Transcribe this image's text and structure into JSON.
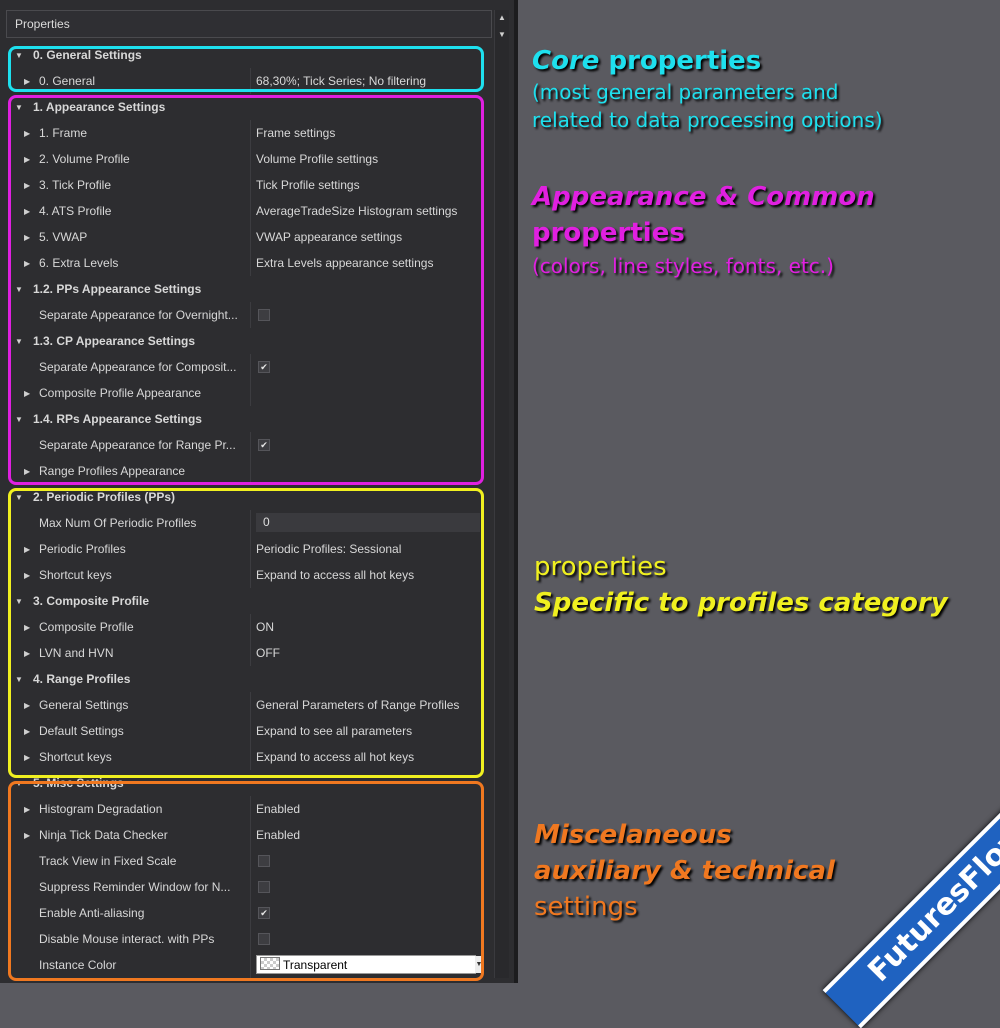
{
  "panel": {
    "title": "Properties",
    "scroll_up": "▲",
    "scroll_down": "▼"
  },
  "rows": [
    {
      "type": "cat",
      "label": "0. General Settings"
    },
    {
      "type": "item",
      "exp": true,
      "label": "0. General",
      "value": "68,30%; Tick Series; No filtering"
    },
    {
      "type": "cat",
      "label": "1. Appearance Settings"
    },
    {
      "type": "item",
      "exp": true,
      "label": "1. Frame",
      "value": "Frame settings"
    },
    {
      "type": "item",
      "exp": true,
      "label": "2. Volume Profile",
      "value": "Volume Profile settings"
    },
    {
      "type": "item",
      "exp": true,
      "label": "3. Tick Profile",
      "value": "Tick Profile settings"
    },
    {
      "type": "item",
      "exp": true,
      "label": "4. ATS Profile",
      "value": "AverageTradeSize Histogram settings"
    },
    {
      "type": "item",
      "exp": true,
      "label": "5. VWAP",
      "value": "VWAP appearance settings"
    },
    {
      "type": "item",
      "exp": true,
      "label": "6. Extra Levels",
      "value": "Extra Levels appearance settings"
    },
    {
      "type": "cat",
      "label": "1.2. PPs Appearance Settings"
    },
    {
      "type": "check",
      "label": "Separate Appearance for Overnight...",
      "checked": false
    },
    {
      "type": "cat",
      "label": "1.3. CP Appearance Settings"
    },
    {
      "type": "check",
      "label": "Separate Appearance for Composit...",
      "checked": true
    },
    {
      "type": "item",
      "exp": true,
      "label": "Composite Profile Appearance",
      "value": ""
    },
    {
      "type": "cat",
      "label": "1.4. RPs Appearance Settings"
    },
    {
      "type": "check",
      "label": "Separate Appearance for Range Pr...",
      "checked": true
    },
    {
      "type": "item",
      "exp": true,
      "label": "Range Profiles Appearance",
      "value": ""
    },
    {
      "type": "cat",
      "label": "2. Periodic Profiles (PPs)"
    },
    {
      "type": "num",
      "label": "Max Num Of Periodic Profiles",
      "value": "0"
    },
    {
      "type": "item",
      "exp": true,
      "label": "Periodic Profiles",
      "value": "Periodic Profiles: Sessional"
    },
    {
      "type": "item",
      "exp": true,
      "label": "Shortcut keys",
      "value": "Expand to access all hot keys"
    },
    {
      "type": "cat",
      "label": "3. Composite Profile"
    },
    {
      "type": "item",
      "exp": true,
      "label": "Composite Profile",
      "value": "ON"
    },
    {
      "type": "item",
      "exp": true,
      "label": "LVN and HVN",
      "value": "OFF"
    },
    {
      "type": "cat",
      "label": "4. Range Profiles"
    },
    {
      "type": "item",
      "exp": true,
      "label": "General Settings",
      "value": "General Parameters of Range Profiles"
    },
    {
      "type": "item",
      "exp": true,
      "label": "Default Settings",
      "value": "Expand to see all parameters"
    },
    {
      "type": "item",
      "exp": true,
      "label": "Shortcut keys",
      "value": "Expand to access all hot keys"
    },
    {
      "type": "cat",
      "label": "5. Misc Settings"
    },
    {
      "type": "item",
      "exp": true,
      "label": "Histogram Degradation",
      "value": "Enabled"
    },
    {
      "type": "item",
      "exp": true,
      "label": "Ninja Tick Data Checker",
      "value": "Enabled"
    },
    {
      "type": "check",
      "label": "Track View in Fixed Scale",
      "checked": false
    },
    {
      "type": "check",
      "label": "Suppress Reminder Window for N...",
      "checked": false
    },
    {
      "type": "check",
      "label": "Enable Anti-aliasing",
      "checked": true
    },
    {
      "type": "check",
      "label": "Disable Mouse interact. with PPs",
      "checked": false
    },
    {
      "type": "color",
      "label": "Instance Color",
      "value": "Transparent"
    }
  ],
  "frames": {
    "cyan": "#1ee0ee",
    "magenta": "#e020e0",
    "yellow": "#f0f020",
    "orange": "#f07820"
  },
  "annotations": {
    "core_bold": "Core",
    "core_rest": " properties",
    "core_sub1": "(most general parameters and",
    "core_sub2": "related to data processing options)",
    "app_line1": "Appearance & Common",
    "app_line2": "properties",
    "app_sub": "(colors, line styles, fonts, etc.)",
    "spec_line1": "properties",
    "spec_line2": "Specific to profiles category",
    "misc_line1": "Miscelaneous",
    "misc_line2": "auxiliary & technical",
    "misc_line3": "settings"
  },
  "brand": "FuturesFlow.io",
  "icons": {
    "expand": "triangle-right-icon",
    "collapse": "triangle-down-icon",
    "check": "checkmark-icon"
  }
}
